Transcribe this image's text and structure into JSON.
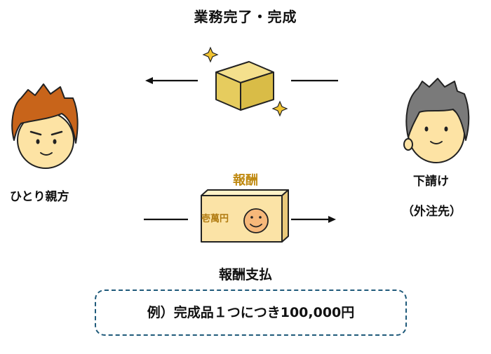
{
  "title": "業務完了・完成",
  "left_person": {
    "label": "ひとり親方"
  },
  "right_person": {
    "label": "下請け",
    "sublabel": "（外注先）"
  },
  "fee": {
    "title": "報酬",
    "money_label": "壱萬円"
  },
  "payment": {
    "title": "報酬支払"
  },
  "example": {
    "text": "例）完成品１つにつき100,000円"
  },
  "colors": {
    "hair_left": "#c8641a",
    "hair_right": "#7a7a7a",
    "skin": "#fde3a4",
    "cube": "#eed77a",
    "envelope": "#fbe3a6",
    "box_border": "#1f5a7a"
  }
}
